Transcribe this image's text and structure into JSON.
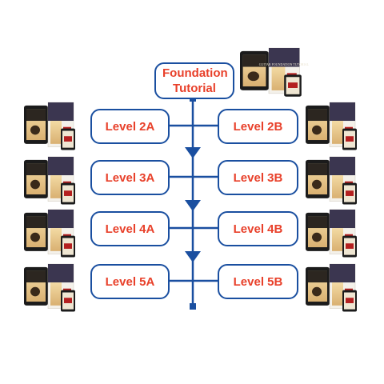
{
  "colors": {
    "line": "#1a4fa0",
    "label": "#e8402a"
  },
  "root": {
    "label": "Foundation Tutorial",
    "cover_icon": "guitar-book-cover-icon",
    "cover_text": "GUITAR FOUNDATION TUTORIAL"
  },
  "levels": [
    {
      "left": "Level 2A",
      "right": "Level 2B"
    },
    {
      "left": "Level 3A",
      "right": "Level 3B"
    },
    {
      "left": "Level 4A",
      "right": "Level 4B"
    },
    {
      "left": "Level 5A",
      "right": "Level 5B"
    }
  ]
}
